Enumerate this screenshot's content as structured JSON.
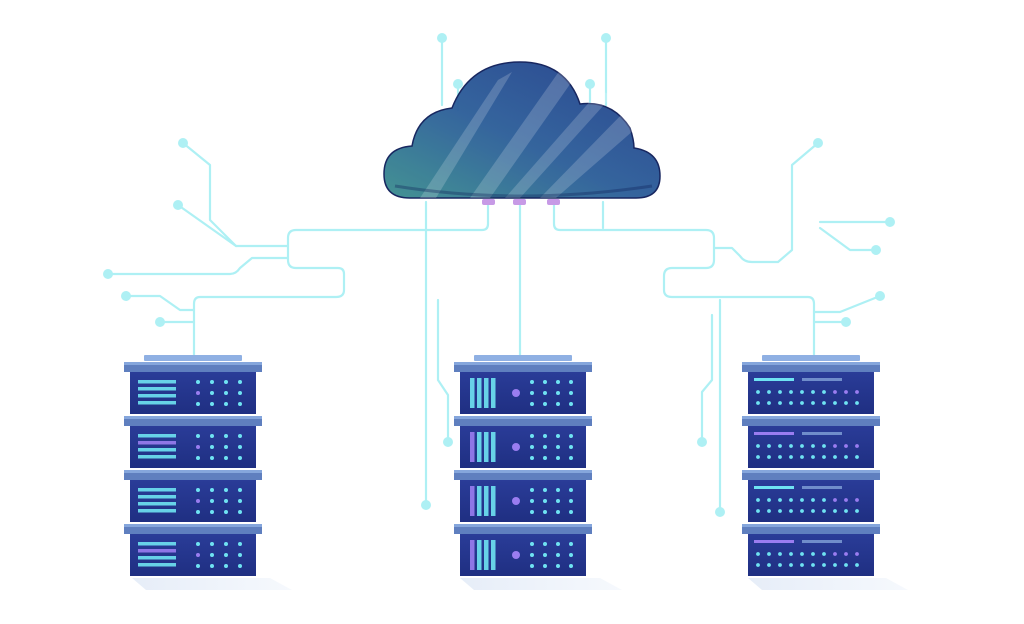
{
  "illustration": {
    "subject": "cloud-server-network",
    "cloud": {
      "icon": "cloud-icon"
    },
    "racks": [
      {
        "name": "server-rack-left",
        "units": 4,
        "style": "drive-bays"
      },
      {
        "name": "server-rack-center",
        "units": 4,
        "style": "drive-slots"
      },
      {
        "name": "server-rack-right",
        "units": 4,
        "style": "led-rows"
      }
    ]
  },
  "colors": {
    "background": "#ffffff",
    "cloud_dark": "#1f3f86",
    "cloud_mid": "#2a5b9a",
    "cloud_teal": "#3b8a8f",
    "rack_body": "#23348f",
    "rack_cap": "#5f7fbf",
    "rack_cap_light": "#8fb0e3",
    "circuit": "#aef0f4",
    "accent_cyan": "#6fe3f2",
    "accent_violet": "#9a7df0",
    "floor_shadow": "#e8eef8"
  }
}
